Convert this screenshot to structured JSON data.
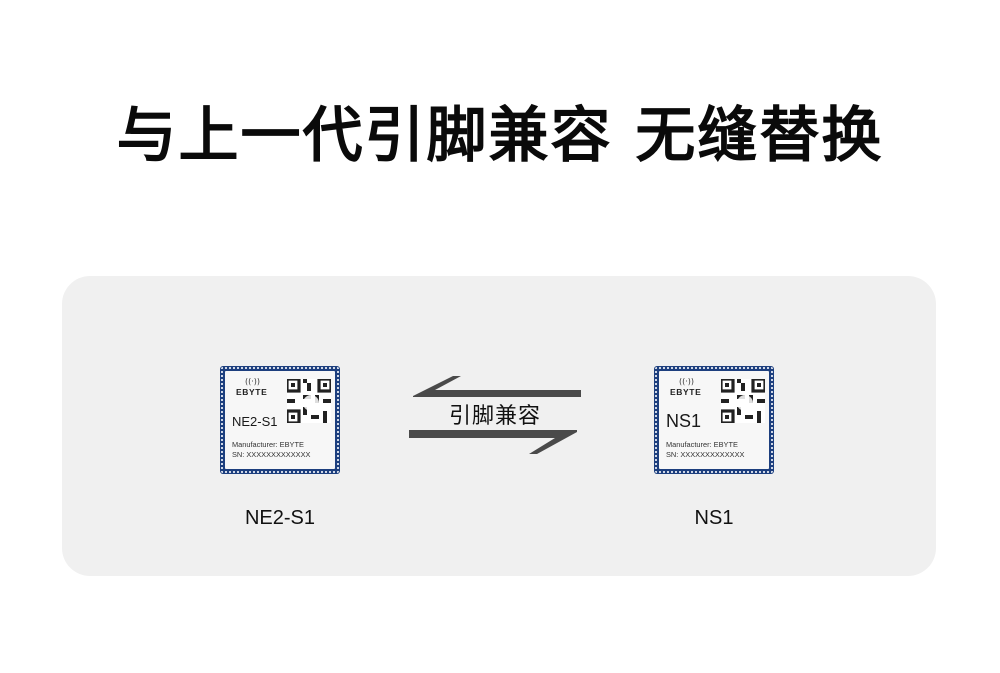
{
  "header": {
    "title": "与上一代引脚兼容 无缝替换"
  },
  "panel": {
    "background": "#f0f0f0",
    "swap": {
      "label": "引脚兼容",
      "arrow_color": "#4a4a4a",
      "icon": "swap-arrows-icon"
    },
    "modules": [
      {
        "brand": "EBYTE",
        "model": "NE2-S1",
        "manufacturer": "Manufacturer: EBYTE",
        "sn": "SN: XXXXXXXXXXXXX",
        "caption": "NE2-S1",
        "board_color": "#1d3f7e"
      },
      {
        "brand": "EBYTE",
        "model": "NS1",
        "manufacturer": "Manufacturer: EBYTE",
        "sn": "SN: XXXXXXXXXXXXX",
        "caption": "NS1",
        "board_color": "#1d3f7e"
      }
    ]
  }
}
